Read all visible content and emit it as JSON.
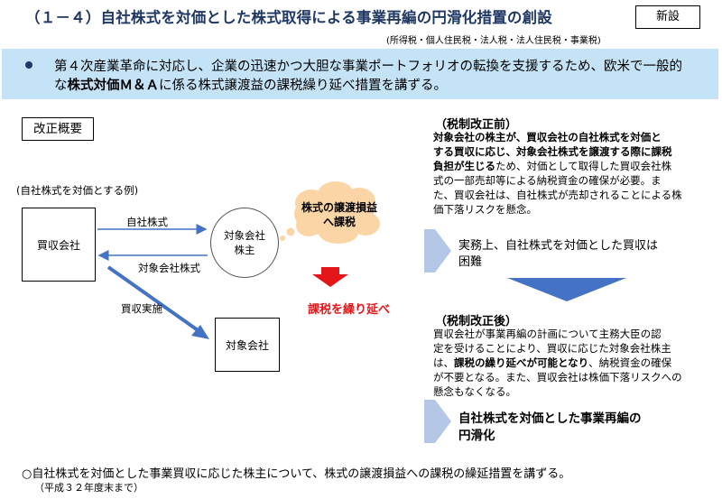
{
  "header": {
    "title": "（１－４）自社株式を対価とした株式取得による事業再編の円滑化措置の創設",
    "badge": "新設",
    "taxes": "(所得税・個人住民税・法人税・法人住民税・事業税)"
  },
  "banner": {
    "line1": "第４次産業革命に対応し、企業の迅速かつ大胆な事業ポートフォリオの転換を支援するため、欧米で一般的",
    "line2_pre": "な",
    "line2_bold": "株式対価Ｍ＆Ａ",
    "line2_post": "に係る株式譲渡益の課税繰り延べ措置を講ずる。"
  },
  "overview": {
    "label": "改正概要",
    "example_label": "(自社株式を対価とする例)",
    "buyer": "買収会社",
    "shareholder_line1": "対象会社",
    "shareholder_line2": "株主",
    "target": "対象会社",
    "arrow_own_shares": "自社株式",
    "arrow_target_shares": "対象会社株式",
    "arrow_acquisition": "買収実施",
    "cloud_line1": "株式の譲渡損益",
    "cloud_line2": "へ課税",
    "deferral": "課税を繰り延べ"
  },
  "before": {
    "heading": "（税制改正前）",
    "lines": [
      {
        "b": "対象会社の株主が、買収会社の自社株式を対価と",
        "n": ""
      },
      {
        "b": "する買収に応じ、対象会社株式を譲渡する際に課税",
        "n": ""
      },
      {
        "b": "負担が生じる",
        "n": "ため、対価として取得した買収会社株"
      },
      {
        "b": "",
        "n": "式の一部売却等による納税資金の確保が必要。ま"
      },
      {
        "b": "",
        "n": "た、買収会社は、自社株式が売却されることによる株"
      },
      {
        "b": "",
        "n": "価下落リスクを懸念。"
      }
    ],
    "result_line1": "実務上、自社株式を対価とした買収は",
    "result_line2": "困難"
  },
  "after": {
    "heading": "（税制改正後）",
    "lines": [
      {
        "b": "",
        "n": "買収会社が事業再編の計画について主務大臣の認"
      },
      {
        "b": "",
        "n": "定を受けることにより、買収に応じた対象会社株主"
      },
      {
        "b": "",
        "n": "は、",
        "b2": "課税の繰り延べが可能となり",
        "n2": "、納税資金の確保"
      },
      {
        "b": "",
        "n": "が不要となる。また、買収会社は株価下落リスクへの"
      },
      {
        "b": "",
        "n": "懸念もなくなる。"
      }
    ],
    "result_line1": "自社株式を対価とした事業再編の",
    "result_line2": "円滑化"
  },
  "footer": {
    "line1": "○自社株式を対価とした事業買収に応じた株主について、株式の譲渡損益への課税の繰延措置を講ずる。",
    "line2": "（平成３２年度末まで）"
  },
  "colors": {
    "title": "#1f3864",
    "banner": "#c5e3f6",
    "arrow_blue": "#4472c4",
    "chevron": "#b4c7e7",
    "red": "#e4161a",
    "cloud": "#fbd5a6"
  }
}
